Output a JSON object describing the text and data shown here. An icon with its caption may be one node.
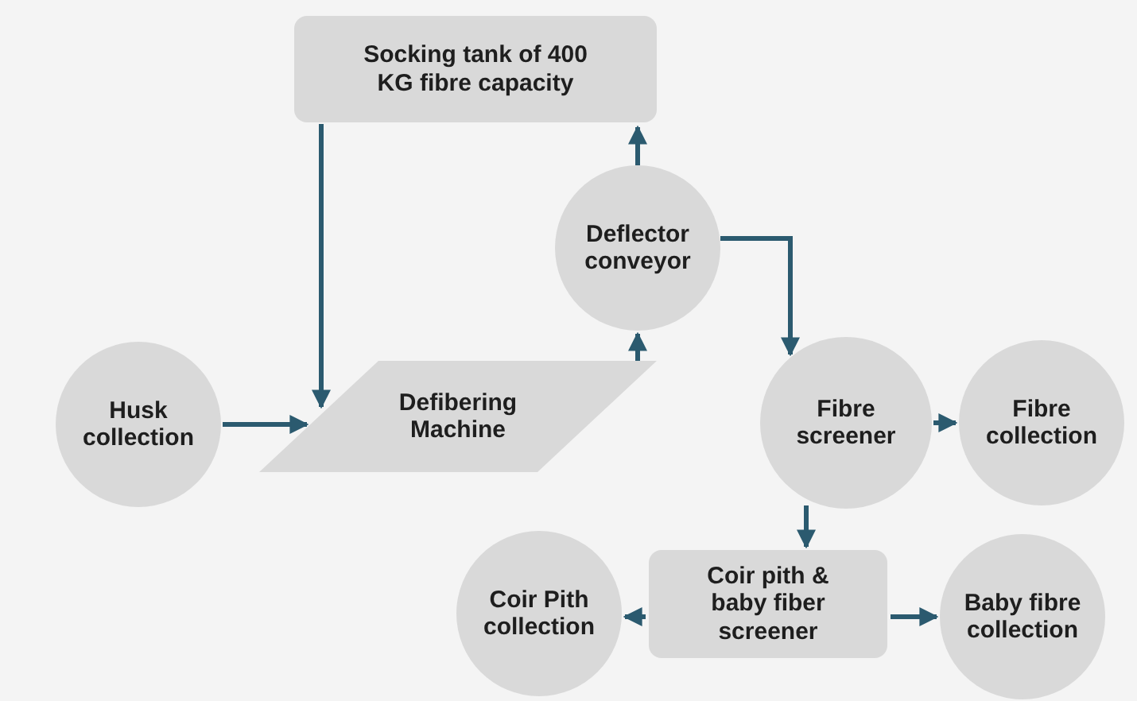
{
  "diagram": {
    "nodes": [
      {
        "text": [
          "Socking tank of 400 KG fibre capacity"
        ]
      },
      {
        "text": [
          "Husk collection"
        ]
      },
      {
        "text": [
          "Defibering Machine"
        ]
      },
      {
        "text": [
          "Deflector conveyor"
        ]
      },
      {
        "text": [
          "Fibre screener"
        ]
      },
      {
        "text": [
          "Fibre collection"
        ]
      },
      {
        "text": [
          "Coir pith & baby fiber screener"
        ]
      },
      {
        "text": [
          "Coir Pith collection"
        ]
      },
      {
        "text": [
          "Baby fibre collection"
        ]
      }
    ],
    "edges": [
      {
        "from": 0,
        "to": 2,
        "arrow": "to"
      },
      {
        "from": 1,
        "to": 2,
        "arrow": "to"
      },
      {
        "from": 2,
        "to": 3,
        "arrow": "to"
      },
      {
        "from": 3,
        "to": 0,
        "arrow": "to"
      },
      {
        "from": 3,
        "to": 4,
        "arrow": "to"
      },
      {
        "from": 4,
        "to": 5,
        "arrow": "to"
      },
      {
        "from": 4,
        "to": 6,
        "arrow": "to"
      },
      {
        "from": 6,
        "to": 7,
        "arrow": "to"
      },
      {
        "from": 6,
        "to": 8,
        "arrow": "to"
      }
    ]
  }
}
